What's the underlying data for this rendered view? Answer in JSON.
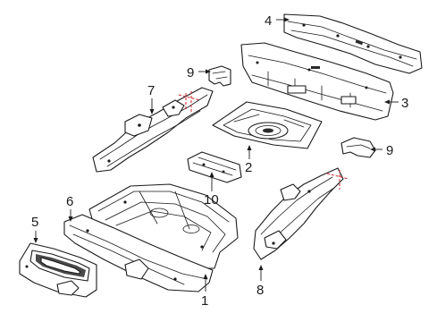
{
  "callouts": [
    {
      "label": "1"
    },
    {
      "label": "2"
    },
    {
      "label": "3"
    },
    {
      "label": "4"
    },
    {
      "label": "5"
    },
    {
      "label": "6"
    },
    {
      "label": "7"
    },
    {
      "label": "8"
    },
    {
      "label": "9"
    },
    {
      "label": "9"
    },
    {
      "label": "10"
    }
  ],
  "colors": {
    "line": "#1a1a1a",
    "cut_line": "#d0202a",
    "background": "#ffffff"
  }
}
